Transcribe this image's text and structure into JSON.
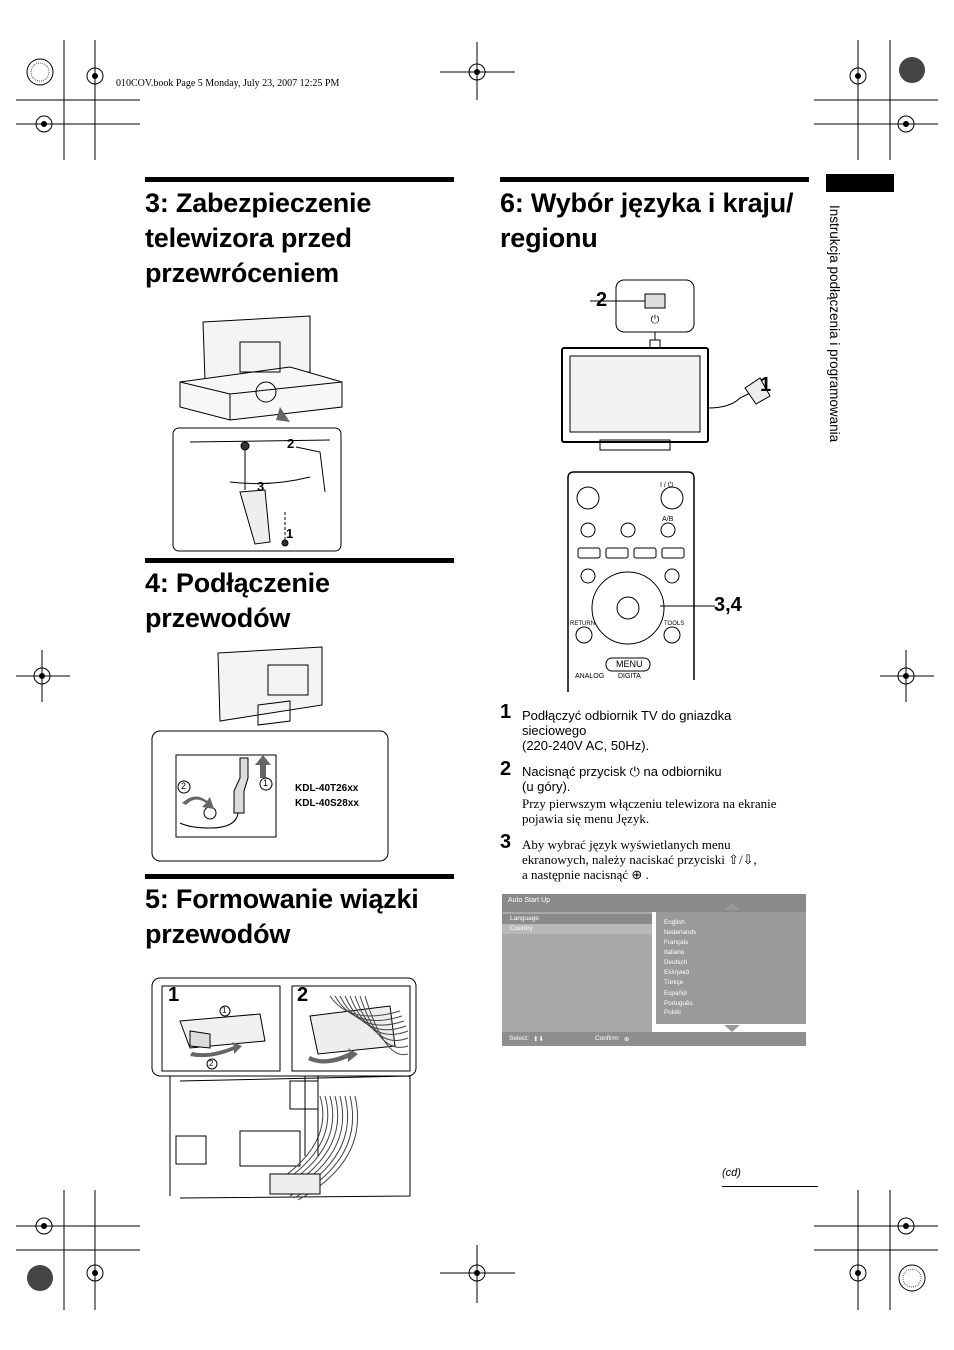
{
  "header": {
    "book_info": "010COV.book  Page 5  Monday, July 23, 2007  12:25 PM"
  },
  "side_tab": {
    "label": "Instrukcja podłączenia i programowania"
  },
  "section3": {
    "title_lines": [
      "3: Zabezpieczenie",
      "telewizora przed",
      "przewróceniem"
    ],
    "callouts": [
      "2",
      "3",
      "1"
    ]
  },
  "section4": {
    "title_lines": [
      "4: Podłączenie",
      "przewodów"
    ],
    "models": [
      "KDL-40T26xx",
      "KDL-40S28xx"
    ],
    "callouts": [
      "1",
      "2"
    ]
  },
  "section5": {
    "title_lines": [
      "5: Formowanie wiązki",
      "przewodów"
    ],
    "panels": [
      "1",
      "2"
    ],
    "callouts": [
      "1",
      "2"
    ]
  },
  "section6": {
    "title_lines": [
      "6: Wybór języka i kraju/",
      "regionu"
    ],
    "callouts": {
      "power": "2",
      "plug": "1",
      "remote": "3,4"
    },
    "remote": {
      "menu_label": "MENU",
      "return_label": "RETURN",
      "tools_label": "TOOLS",
      "ab_label": "A/B",
      "power_label": "I / ⏻",
      "analog_label": "ANALOG",
      "digital_label": "DIGITA"
    },
    "steps": [
      {
        "num": "1",
        "lines": [
          "Podłączyć odbiornik TV do gniazdka",
          "sieciowego",
          "(220-240V AC, 50Hz)."
        ]
      },
      {
        "num": "2",
        "lines": [
          "Nacisnąć przycisk ⏻ na odbiorniku",
          "(u góry)."
        ],
        "note_lines": [
          "Przy pierwszym włączeniu telewizora na ekranie",
          "pojawia się menu Język."
        ]
      },
      {
        "num": "3",
        "lines": [
          "Aby wybrać język wyświetlanych menu",
          "ekranowych, należy naciskać przyciski ⇧/⇩,",
          "a następnie nacisnąć ⊕ ."
        ]
      }
    ],
    "menu_screen": {
      "title": "Auto Start Up",
      "left_items": [
        "Language",
        "Country"
      ],
      "languages": [
        "English",
        "Nederlands",
        "Français",
        "Italiano",
        "Deutsch",
        "Ελληνικά",
        "Türkçe",
        "Español",
        "Português",
        "Polski"
      ],
      "select_label": "Select:",
      "confirm_label": "Confirm:"
    }
  },
  "footer": {
    "continued": "(cd)"
  }
}
